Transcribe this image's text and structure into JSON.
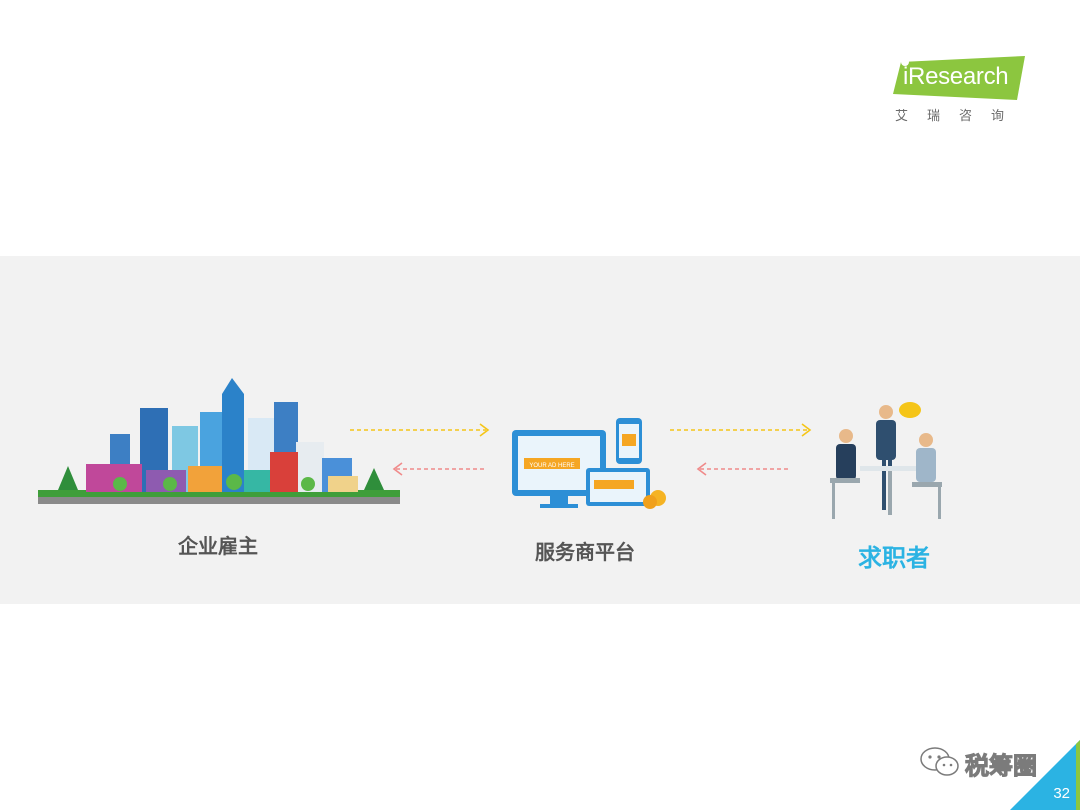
{
  "logo": {
    "text": "iResearch",
    "subtitle": "艾瑞咨询",
    "color": "#8cc63f"
  },
  "diagram": {
    "nodes": [
      {
        "id": "employer",
        "label": "企业雇主",
        "icon": "city-buildings-icon"
      },
      {
        "id": "platform",
        "label": "服务商平台",
        "icon": "monitor-ads-icon",
        "ad_text": "YOUR AD HERE"
      },
      {
        "id": "seeker",
        "label": "求职者",
        "icon": "interview-people-icon"
      }
    ],
    "arrows": [
      {
        "from": "employer",
        "to": "platform",
        "style": "dashed",
        "color": "#f5c518"
      },
      {
        "from": "platform",
        "to": "employer",
        "style": "dashed",
        "color": "#f08a8a"
      },
      {
        "from": "platform",
        "to": "seeker",
        "style": "dashed",
        "color": "#f5c518"
      },
      {
        "from": "seeker",
        "to": "platform",
        "style": "dashed",
        "color": "#f08a8a"
      }
    ],
    "accent_color": "#2bb3e3"
  },
  "watermark": {
    "text": "税筹圈",
    "icon": "wechat-icon"
  },
  "page": {
    "number": "32",
    "corner_color": "#2bb3e3"
  }
}
